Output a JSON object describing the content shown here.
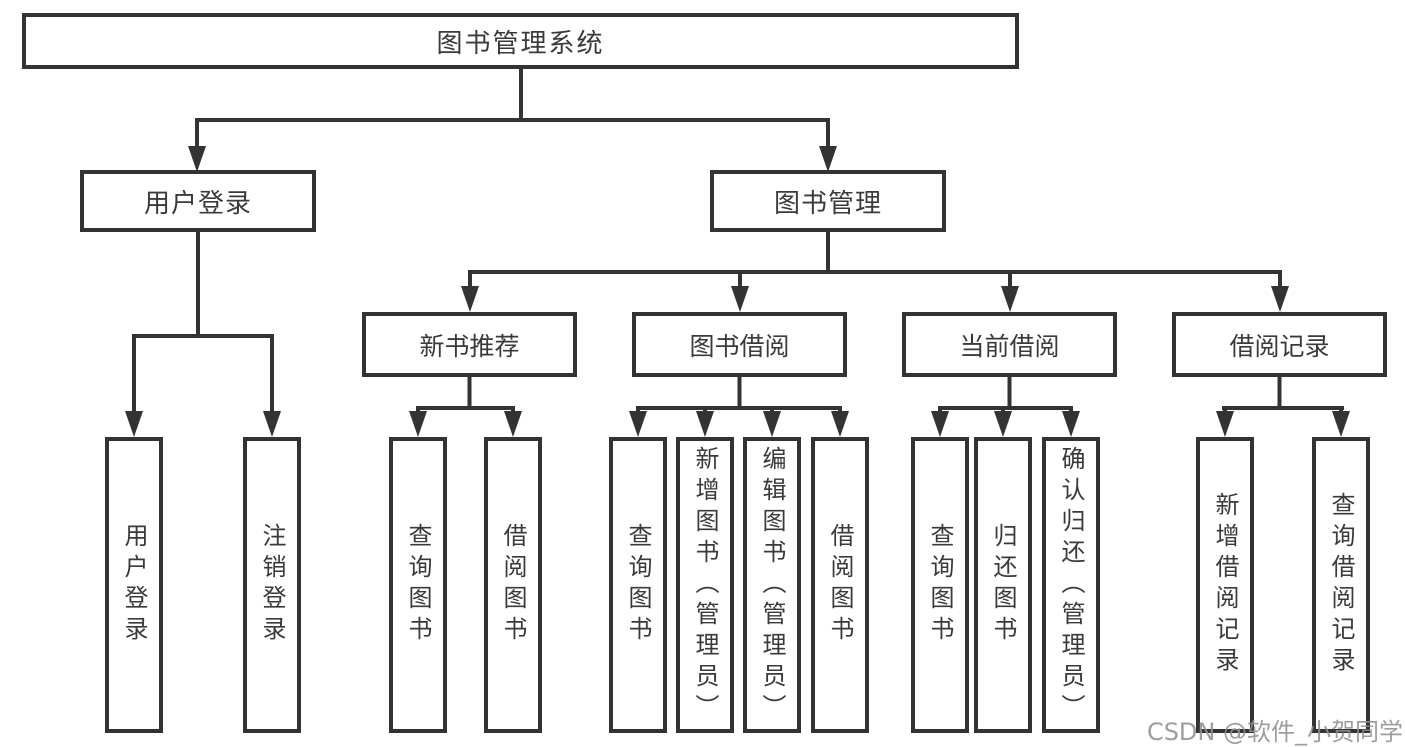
{
  "colors": {
    "line": "#333333",
    "text": "#3a3a3a",
    "background": "#ffffff",
    "watermark": "#909090"
  },
  "root": {
    "label": "图书管理系统"
  },
  "branches": [
    {
      "label": "用户登录",
      "leaves": [
        {
          "label": "用户登录"
        },
        {
          "label": "注销登录"
        }
      ]
    },
    {
      "label": "图书管理",
      "groups": [
        {
          "label": "新书推荐",
          "leaves": [
            {
              "label": "查询图书"
            },
            {
              "label": "借阅图书"
            }
          ]
        },
        {
          "label": "图书借阅",
          "leaves": [
            {
              "label": "查询图书"
            },
            {
              "label": "新增图书（管理员）"
            },
            {
              "label": "编辑图书（管理员）"
            },
            {
              "label": "借阅图书"
            }
          ]
        },
        {
          "label": "当前借阅",
          "leaves": [
            {
              "label": "查询图书"
            },
            {
              "label": "归还图书"
            },
            {
              "label": "确认归还（管理员）"
            }
          ]
        },
        {
          "label": "借阅记录",
          "leaves": [
            {
              "label": "新增借阅记录"
            },
            {
              "label": "查询借阅记录"
            }
          ]
        }
      ]
    }
  ],
  "watermark": {
    "label": "CSDN @软件_小贺同学"
  }
}
